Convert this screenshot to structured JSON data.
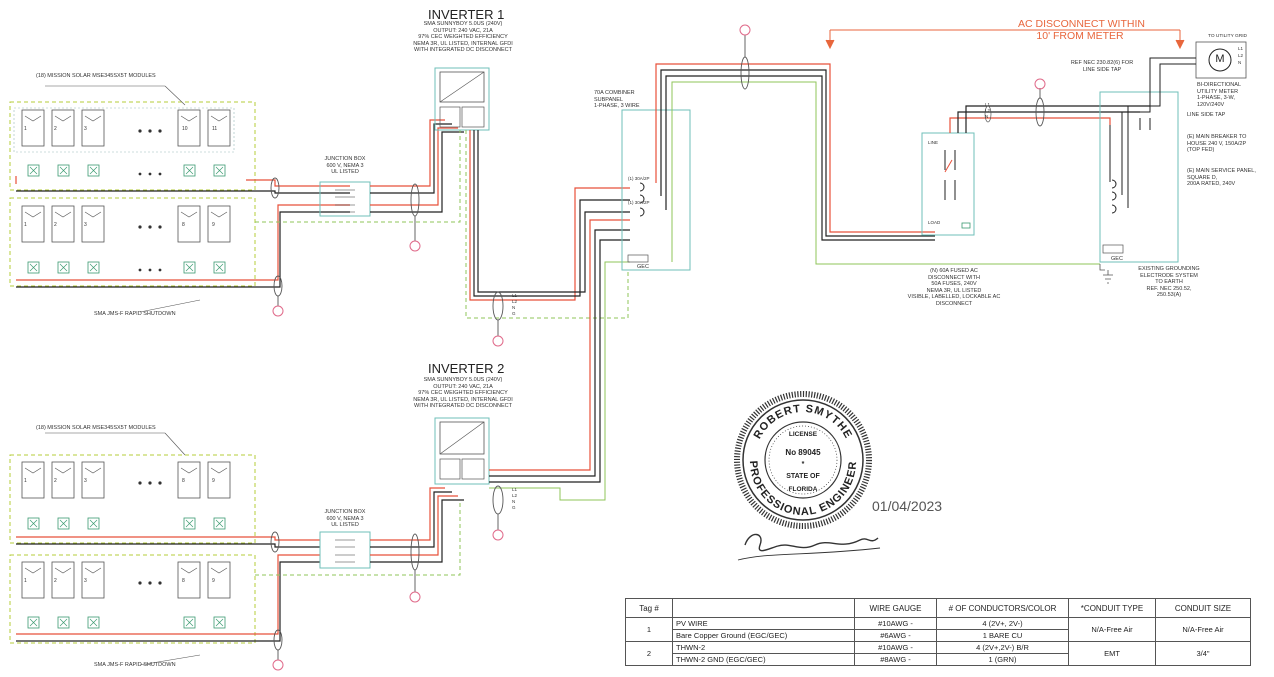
{
  "inverter1": {
    "title": "INVERTER 1",
    "specs": [
      "SMA SUNNYBOY 5.0US (240V)",
      "OUTPUT: 240 VAC, 21A",
      "97% CEC WEIGHTED EFFICIENCY",
      "NEMA 3R, UL LISTED, INTERNAL GFDI",
      "WITH INTEGRATED DC DISCONNECT"
    ]
  },
  "inverter2": {
    "title": "INVERTER 2",
    "specs": [
      "SMA SUNNYBOY 5.0US (240V)",
      "OUTPUT: 240 VAC, 21A",
      "97% CEC WEIGHTED EFFICIENCY",
      "NEMA 3R, UL LISTED, INTERNAL GFDI",
      "WITH INTEGRATED DC DISCONNECT"
    ]
  },
  "array1": {
    "modules_label": "(18) MISSION SOLAR MSE345SX5T MODULES",
    "rapid_shutdown": "SMA JMS-F RAPID SHUTDOWN",
    "row1_tags": [
      "1",
      "2",
      "3",
      "10",
      "11"
    ],
    "row2_tags": [
      "1",
      "2",
      "3",
      "8",
      "9"
    ]
  },
  "array2": {
    "modules_label": "(18) MISSION SOLAR MSE345SX5T MODULES",
    "rapid_shutdown": "SMA JMS-F RAPID SHUTDOWN",
    "row1_tags": [
      "1",
      "2",
      "3",
      "8",
      "9"
    ],
    "row2_tags": [
      "1",
      "2",
      "3",
      "8",
      "9"
    ]
  },
  "junction_box": [
    "JUNCTION BOX",
    "600 V, NEMA 3",
    "UL LISTED"
  ],
  "combiner": [
    "70A COMBINER",
    "SUBPANEL",
    "1-PHASE, 3 WIRE"
  ],
  "combiner_breakers": [
    "(1) 30A/2P",
    "(1) 30A/2P"
  ],
  "gec_label": "GEC",
  "ac_disconnect_note": [
    "AC DISCONNECT WITHIN",
    "10' FROM METER"
  ],
  "utility_grid": "TO UTILITY GRID",
  "meter_letter": "M",
  "meter_terminals": [
    "L1",
    "L2",
    "N"
  ],
  "ref_nec": [
    "REF NEC 230.82(6) FOR",
    "LINE SIDE TAP"
  ],
  "meter_label": [
    "BI-DIRECTIONAL",
    "UTILITY METER",
    "1-PHASE, 3-W,",
    "120V/240V"
  ],
  "line_side_tap": "LINE SIDE TAP",
  "main_breaker": [
    "(E) MAIN BREAKER TO",
    "HOUSE 240 V, 150A/2P",
    "(TOP FED)"
  ],
  "main_panel": [
    "(E) MAIN SERVICE PANEL,",
    "SQUARE D,",
    "200A RATED, 240V"
  ],
  "fused_disconnect": [
    "(N) 60A FUSED AC",
    "DISCONNECT WITH",
    "50A FUSES, 240V",
    "NEMA 3R, UL LISTED",
    "VISIBLE, LABELLED, LOCKABLE AC",
    "DISCONNECT"
  ],
  "disconnect_terminals": [
    "LINE",
    "LOAD"
  ],
  "grounding": [
    "EXISTING GROUNDING",
    "ELECTRODE SYSTEM",
    "TO EARTH",
    "REF. NEC 250.52,",
    "250.53(A)"
  ],
  "conductor_tags": [
    "L1",
    "L2",
    "N",
    "G"
  ],
  "seal": {
    "name": "ROBERT SMYTHE",
    "license_word": "LICENSE",
    "number": "No 89045",
    "star": "*",
    "state_of": "STATE OF",
    "state": "FLORIDA",
    "profession": "PROFESSIONAL ENGINEER"
  },
  "date": "01/04/2023",
  "signature": "Robert Smythe",
  "wire_table": {
    "headers": [
      "Tag #",
      "",
      "WIRE GAUGE",
      "# OF CONDUCTORS/COLOR",
      "*CONDUIT TYPE",
      "CONDUIT SIZE"
    ],
    "rows": [
      {
        "tag": "1",
        "lines": [
          {
            "desc": "PV WIRE",
            "gauge": "#10AWG -",
            "conductors": "4 (2V+, 2V-)"
          },
          {
            "desc": "Bare Copper Ground (EGC/GEC)",
            "gauge": "#6AWG -",
            "conductors": "1 BARE CU"
          }
        ],
        "conduit_type": "N/A-Free Air",
        "conduit_size": "N/A-Free Air"
      },
      {
        "tag": "2",
        "lines": [
          {
            "desc": "THWN-2",
            "gauge": "#10AWG -",
            "conductors": "4 (2V+,2V-) B/R"
          },
          {
            "desc": "THWN-2 GND (EGC/GEC)",
            "gauge": "#8AWG -",
            "conductors": "1 (GRN)"
          }
        ],
        "conduit_type": "EMT",
        "conduit_size": "3/4\""
      }
    ]
  },
  "colors": {
    "dc_positive": "#e8503a",
    "negative": "#222222",
    "ground": "#8fc45a",
    "enclosure": "#6fbfb8",
    "array_dash": "#b5cc3a",
    "callout": "#e06a8a"
  }
}
